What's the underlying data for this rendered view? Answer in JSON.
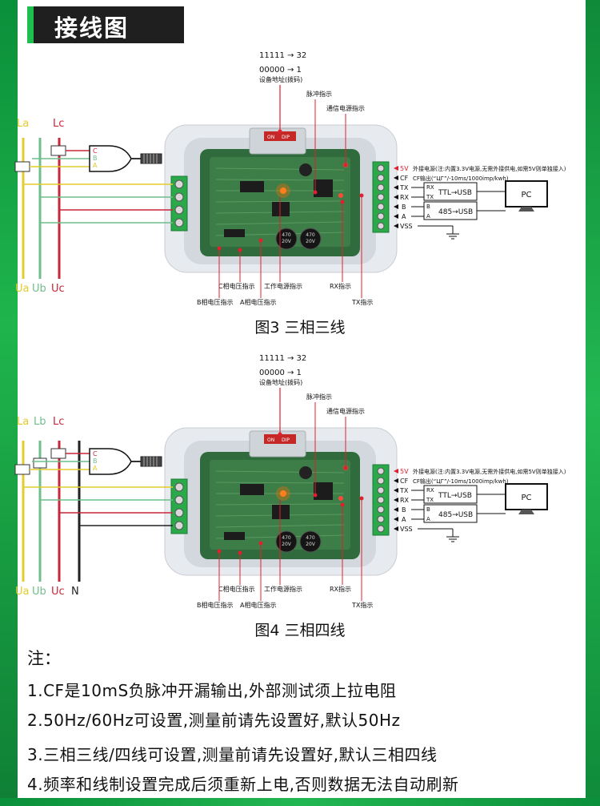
{
  "header": {
    "title": "接线图"
  },
  "colors": {
    "brand_green": "#1fb54c",
    "phase_a": "#e3cc2c",
    "phase_b": "#6fbf8c",
    "phase_c": "#c8273a",
    "neutral": "#222222",
    "callout_red": "#e0202e"
  },
  "diagrams": [
    {
      "caption": "图3 三相三线",
      "phase_top_labels": [
        "La",
        "Lc"
      ],
      "phase_bottom_labels": [
        "Ua",
        "Ub",
        "Uc"
      ],
      "gate_letters": [
        "C",
        "B",
        "A"
      ],
      "dip": {
        "line1": "11111 → 32",
        "line2": "00000 → 1",
        "label": "设备地址(拨码)",
        "on": "ON",
        "dip": "DIP"
      },
      "callouts": {
        "pulse": "脉冲指示",
        "comm_power": "通信电源指示",
        "c_voltage": "C相电压指示",
        "b_voltage": "B相电压指示",
        "a_voltage": "A相电压指示",
        "work_power": "工作电源指示",
        "rx": "RX指示",
        "tx": "TX指示"
      },
      "terminals": {
        "v5": "5V",
        "v5_desc": "外接电源(注:内置3.3V电源,无需外接供电,如需5V则单独接入)",
        "cf": "CF",
        "cf_desc": "CF输出(“ЦГ”/-10ms/1000imp/kwh)",
        "tx": "TX",
        "rx": "RX",
        "b": "B",
        "a": "A",
        "vss": "VSS"
      },
      "ttl_box": {
        "rx": "RX",
        "tx": "TX",
        "label": "TTL→USB"
      },
      "rs485_box": {
        "b": "B",
        "a": "A",
        "label": "485→USB"
      },
      "pc": "PC",
      "cap1": "470\n20V",
      "cap2": "470\n20V"
    },
    {
      "caption": "图4 三相四线",
      "phase_top_labels": [
        "La",
        "Lb",
        "Lc"
      ],
      "phase_bottom_labels": [
        "Ua",
        "Ub",
        "Uc",
        "N"
      ],
      "gate_letters": [
        "C",
        "B",
        "A"
      ],
      "dip": {
        "line1": "11111 → 32",
        "line2": "00000 → 1",
        "label": "设备地址(拨码)",
        "on": "ON",
        "dip": "DIP"
      },
      "callouts": {
        "pulse": "脉冲指示",
        "comm_power": "通信电源指示",
        "c_voltage": "C相电压指示",
        "b_voltage": "B相电压指示",
        "a_voltage": "A相电压指示",
        "work_power": "工作电源指示",
        "rx": "RX指示",
        "tx": "TX指示"
      },
      "terminals": {
        "v5": "5V",
        "v5_desc": "外接电源(注:内置3.3V电源,无需外接供电,如需5V则单独接入)",
        "cf": "CF",
        "cf_desc": "CF输出(“ЦГ”/-10ms/1000imp/kwh)",
        "tx": "TX",
        "rx": "RX",
        "b": "B",
        "a": "A",
        "vss": "VSS"
      },
      "ttl_box": {
        "rx": "RX",
        "tx": "TX",
        "label": "TTL→USB"
      },
      "rs485_box": {
        "b": "B",
        "a": "A",
        "label": "485→USB"
      },
      "pc": "PC",
      "cap1": "470\n20V",
      "cap2": "470\n20V"
    }
  ],
  "notes": {
    "title": "注：",
    "lines": [
      "1.CF是10mS负脉冲开漏输出,外部测试须上拉电阻",
      "2.50Hz/60Hz可设置,测量前请先设置好,默认50Hz",
      "3.三相三线/四线可设置,测量前请先设置好,默认三相四线",
      "4.频率和线制设置完成后须重新上电,否则数据无法自动刷新"
    ]
  }
}
